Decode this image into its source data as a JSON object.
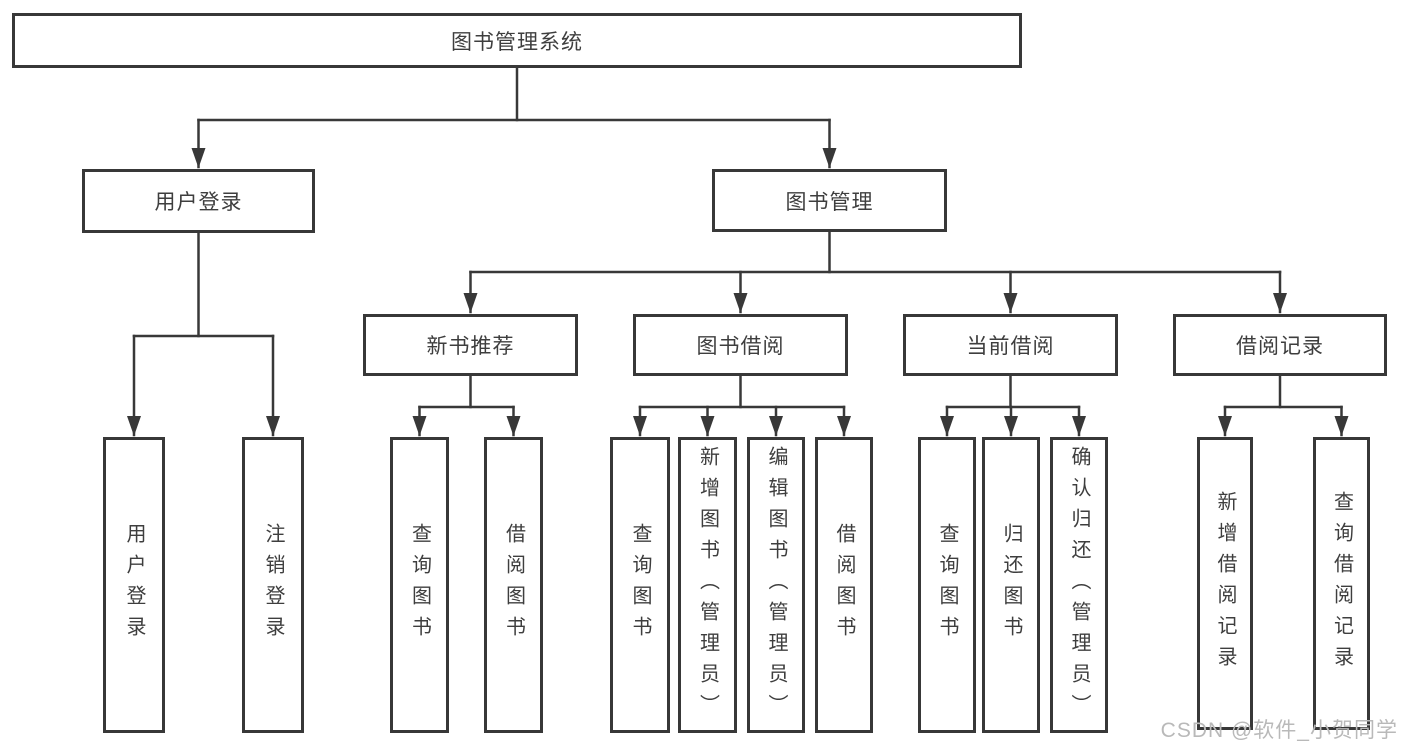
{
  "diagram": {
    "root": "图书管理系统",
    "level2": {
      "user_login": "用户登录",
      "book_management": "图书管理"
    },
    "level3": {
      "new_book_recommend": "新书推荐",
      "book_borrow": "图书借阅",
      "current_borrow": "当前借阅",
      "borrow_records": "借阅记录"
    },
    "leaves": {
      "user_login": [
        "用户登录",
        "注销登录"
      ],
      "new_book_recommend": [
        "查询图书",
        "借阅图书"
      ],
      "book_borrow": [
        "查询图书",
        "新增图书（管理员）",
        "编辑图书（管理员）",
        "借阅图书"
      ],
      "current_borrow": [
        "查询图书",
        "归还图书",
        "确认归还（管理员）"
      ],
      "borrow_records": [
        "新增借阅记录",
        "查询借阅记录"
      ]
    }
  },
  "colors": {
    "line": "#383838",
    "box_border": "#383838",
    "text": "#3e3e3e",
    "background": "#ffffff",
    "watermark": "#b9b9b9"
  },
  "watermark": {
    "text": "CSDN @软件_小贺同学"
  }
}
